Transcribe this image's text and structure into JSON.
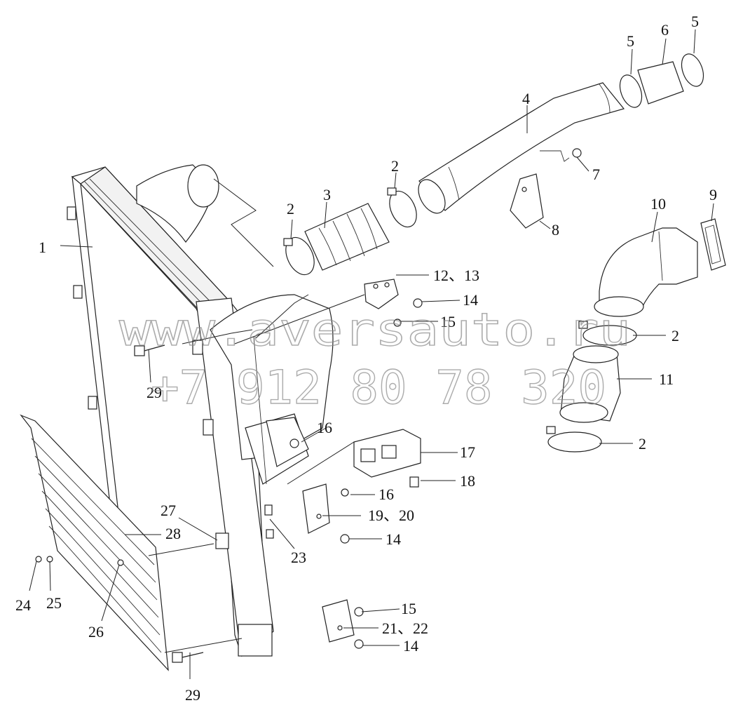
{
  "callouts": [
    {
      "id": "c1",
      "text": "1"
    },
    {
      "id": "c2a",
      "text": "2"
    },
    {
      "id": "c2b",
      "text": "2"
    },
    {
      "id": "c2c",
      "text": "2"
    },
    {
      "id": "c2d",
      "text": "2"
    },
    {
      "id": "c3",
      "text": "3"
    },
    {
      "id": "c4",
      "text": "4"
    },
    {
      "id": "c5a",
      "text": "5"
    },
    {
      "id": "c5b",
      "text": "5"
    },
    {
      "id": "c6",
      "text": "6"
    },
    {
      "id": "c7",
      "text": "7"
    },
    {
      "id": "c8",
      "text": "8"
    },
    {
      "id": "c9",
      "text": "9"
    },
    {
      "id": "c10",
      "text": "10"
    },
    {
      "id": "c11",
      "text": "11"
    },
    {
      "id": "c1213",
      "text": "12、13"
    },
    {
      "id": "c14a",
      "text": "14"
    },
    {
      "id": "c14b",
      "text": "14"
    },
    {
      "id": "c14c",
      "text": "14"
    },
    {
      "id": "c15a",
      "text": "15"
    },
    {
      "id": "c15b",
      "text": "15"
    },
    {
      "id": "c16a",
      "text": "16"
    },
    {
      "id": "c16b",
      "text": "16"
    },
    {
      "id": "c17",
      "text": "17"
    },
    {
      "id": "c18",
      "text": "18"
    },
    {
      "id": "c1920",
      "text": "19、20"
    },
    {
      "id": "c2122",
      "text": "21、22"
    },
    {
      "id": "c23",
      "text": "23"
    },
    {
      "id": "c24",
      "text": "24"
    },
    {
      "id": "c25",
      "text": "25"
    },
    {
      "id": "c26",
      "text": "26"
    },
    {
      "id": "c27",
      "text": "27"
    },
    {
      "id": "c28",
      "text": "28"
    },
    {
      "id": "c29a",
      "text": "29"
    },
    {
      "id": "c29b",
      "text": "29"
    }
  ],
  "watermark": {
    "line1": "www.aversauto.ru",
    "line2": "+7 912 80 78 320"
  }
}
